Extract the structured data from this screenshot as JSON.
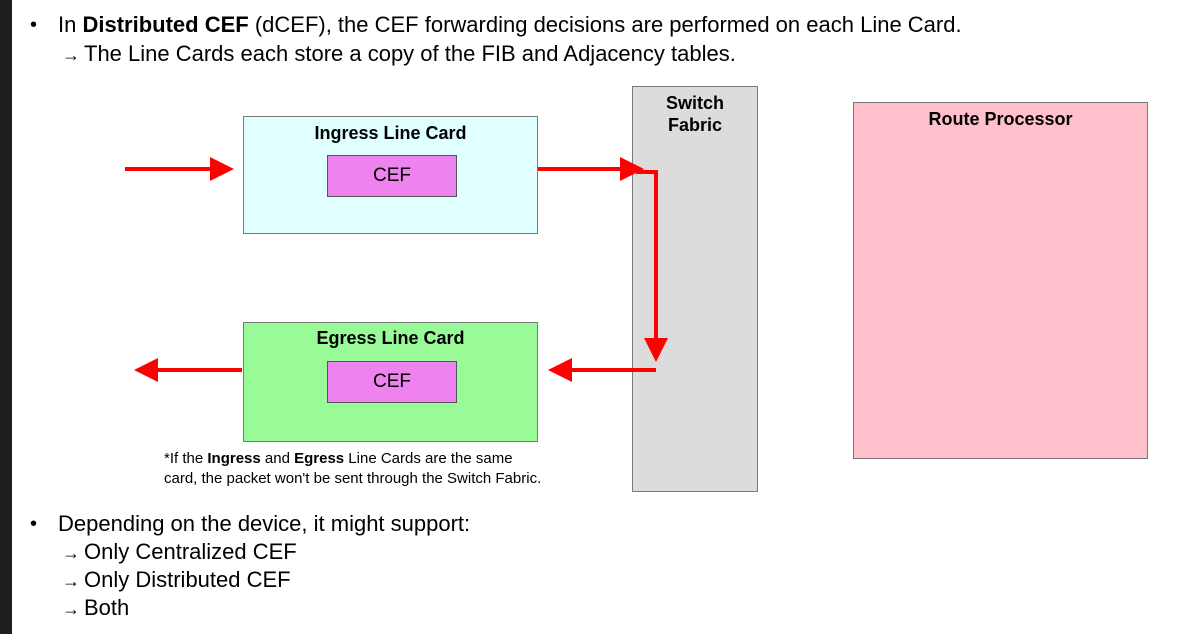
{
  "bullet1": {
    "prefix": "In ",
    "bold": "Distributed CEF",
    "suffix": " (dCEF), the CEF forwarding decisions are performed on each Line Card.",
    "sub": "The Line Cards each store a copy of the FIB and Adjacency tables."
  },
  "diagram": {
    "ingress": {
      "title": "Ingress Line Card",
      "cef": "CEF"
    },
    "egress": {
      "title": "Egress Line Card",
      "cef": "CEF"
    },
    "fabric": {
      "line1": "Switch",
      "line2": "Fabric"
    },
    "rp": {
      "title": "Route Processor"
    },
    "note": {
      "p1": "*If the ",
      "b1": "Ingress",
      "p2": " and ",
      "b2": "Egress",
      "p3": " Line Cards are the same",
      "line2": "card, the packet won't be sent through the Switch Fabric."
    },
    "colors": {
      "ingress_fill": "#e0ffff",
      "egress_fill": "#98fb98",
      "cef_fill": "#ee82ee",
      "fabric_fill": "#dcdcdc",
      "rp_fill": "#ffc0cb",
      "arrow": "#ff0000"
    }
  },
  "bullet2": {
    "text": "Depending on the device, it might support:",
    "items": [
      "Only Centralized CEF",
      "Only Distributed CEF",
      "Both"
    ]
  },
  "glyphs": {
    "bullet": "•",
    "arrow": "→"
  }
}
